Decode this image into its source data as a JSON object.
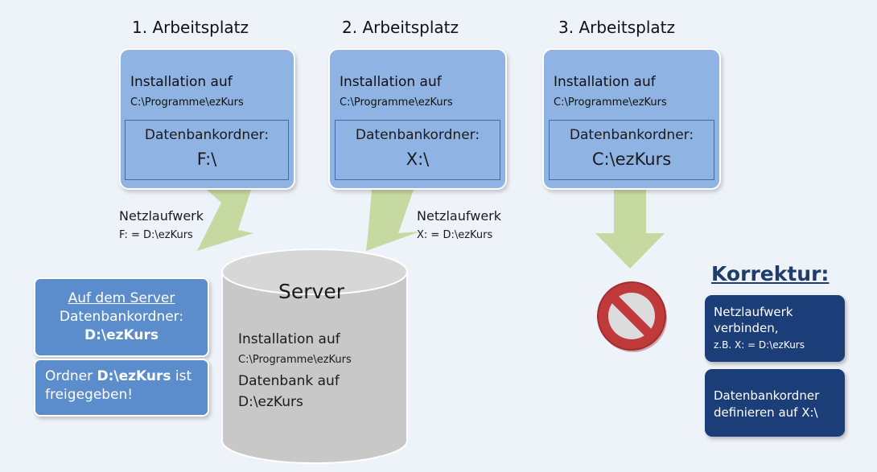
{
  "workstations": [
    {
      "title": "1. Arbeitsplatz",
      "install_label": "Installation auf",
      "install_path": "C:\\Programme\\ezKurs",
      "db_label": "Datenbankordner:",
      "db_drive": "F:\\"
    },
    {
      "title": "2. Arbeitsplatz",
      "install_label": "Installation auf",
      "install_path": "C:\\Programme\\ezKurs",
      "db_label": "Datenbankordner:",
      "db_drive": "X:\\"
    },
    {
      "title": "3. Arbeitsplatz",
      "install_label": "Installation auf",
      "install_path": "C:\\Programme\\ezKurs",
      "db_label": "Datenbankordner:",
      "db_drive": "C:\\ezKurs"
    }
  ],
  "network_drives": [
    {
      "title": "Netzlaufwerk",
      "mapping": "F:  =  D:\\ezKurs"
    },
    {
      "title": "Netzlaufwerk",
      "mapping": "X:  =  D:\\ezKurs"
    }
  ],
  "server": {
    "title": "Server",
    "install_label": "Installation auf",
    "install_path": "C:\\Programme\\ezKurs",
    "db_label": "Datenbank auf",
    "db_path": "D:\\ezKurs"
  },
  "server_info": {
    "heading": "Auf dem Server",
    "db_label": "Datenbankordner:",
    "db_path": "D:\\ezKurs",
    "shared_prefix": "Ordner ",
    "shared_path": "D:\\ezKurs",
    "shared_suffix": " ist",
    "shared_line2": "freigegeben!"
  },
  "correction": {
    "title": "Korrektur:",
    "box1_line1": "Netzlaufwerk",
    "box1_line2": "verbinden,",
    "box1_line3": "z.B. X: = D:\\ezKurs",
    "box2_line1": "Datenbankordner",
    "box2_line2": "definieren auf X:\\"
  },
  "colors": {
    "background": "#eef2f9",
    "workstation_fill": "#8fb3e3",
    "arrow": "#c6d9a0",
    "server_cylinder": "#c8c8c8",
    "server_info_fill": "#5b8ccb",
    "correction_fill": "#1c3e78",
    "prohibition_sign": "#c0393b"
  },
  "icons": [
    "arrow-down",
    "prohibition-sign",
    "database-cylinder"
  ]
}
